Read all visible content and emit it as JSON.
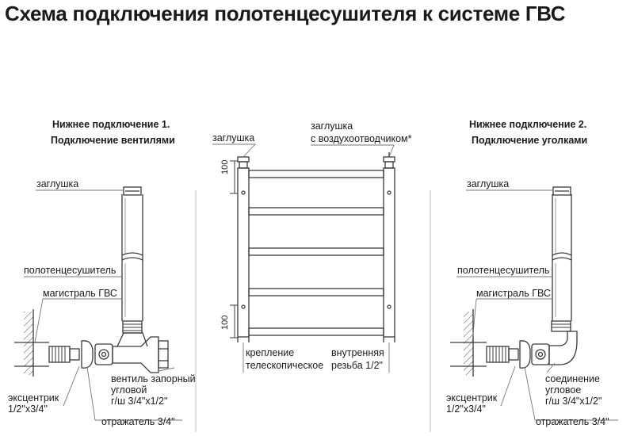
{
  "title": "Схема подключения полотенцесушителя к системе ГВС",
  "left_section": {
    "heading_line1": "Нижнее подключение 1.",
    "heading_line2": "Подключение вентилями",
    "labels": {
      "plug": "заглушка",
      "towel_dryer": "полотенцесушитель",
      "main_line": "магистраль ГВС",
      "eccentric_line1": "эксцентрик",
      "eccentric_line2": "1/2\"x3/4\"",
      "valve_line1": "вентиль запорный",
      "valve_line2": "угловой",
      "valve_line3": "г/ш 3/4\"x1/2\"",
      "reflector": "отражатель 3/4\""
    }
  },
  "center_section": {
    "labels": {
      "plug": "заглушка",
      "plug_vent_line1": "заглушка",
      "plug_vent_line2": "с воздухоотводчиком*",
      "mount_line1": "крепление",
      "mount_line2": "телескопическое",
      "thread_line1": "внутренняя",
      "thread_line2": "резьба 1/2\""
    },
    "dimension_top": "100",
    "dimension_bottom": "100"
  },
  "right_section": {
    "heading_line1": "Нижнее подключение 2.",
    "heading_line2": "Подключение уголками",
    "labels": {
      "plug": "заглушка",
      "towel_dryer": "полотенцесушитель",
      "main_line": "магистраль ГВС",
      "eccentric_line1": "эксцентрик",
      "eccentric_line2": "1/2\"x3/4\"",
      "elbow_line1": "соединение",
      "elbow_line2": "угловое",
      "elbow_line3": "г/ш 3/4\"x1/2\"",
      "reflector": "отражатель 3/4\""
    }
  },
  "colors": {
    "line": "#3a3a3a",
    "thin": "#777777"
  }
}
